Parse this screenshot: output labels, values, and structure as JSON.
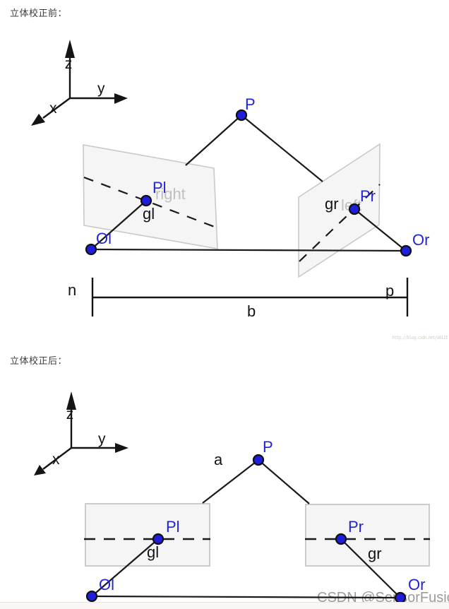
{
  "sections": {
    "before": "立体校正前：",
    "after": "立体校正后："
  },
  "watermarks": {
    "blog_url": "http://blog.csdn.net/u0115",
    "csdn": "CSDN @SensorFusion"
  },
  "colors": {
    "label_blue": "#2222dd",
    "point_fill": "#1e1edb",
    "line_black": "#1a1a1a",
    "plane_fill": "#f4f4f4",
    "plane_stroke": "#c9c9c9",
    "ghost_label_gray": "#c0c0c0",
    "watermark_gray": "#9b9b9b"
  },
  "figure_before": {
    "axes": {
      "x": "x",
      "y": "y",
      "z": "z"
    },
    "points": {
      "P": "P",
      "Pl": "Pl",
      "Pr": "Pr",
      "Ol": "Ol",
      "Or": "Or"
    },
    "rays": {
      "gl": "gl",
      "gr": "gr"
    },
    "ghosts": {
      "left_plane": "right",
      "right_plane": "left"
    },
    "baseline": {
      "n": "n",
      "p": "p",
      "b": "b"
    }
  },
  "figure_after": {
    "axes": {
      "x": "x",
      "y": "y",
      "z": "z"
    },
    "points": {
      "P": "P",
      "Pl": "Pl",
      "Pr": "Pr",
      "Ol": "Ol",
      "Or": "Or"
    },
    "rays": {
      "gl": "gl",
      "gr": "gr"
    },
    "distance": {
      "a": "a"
    }
  }
}
